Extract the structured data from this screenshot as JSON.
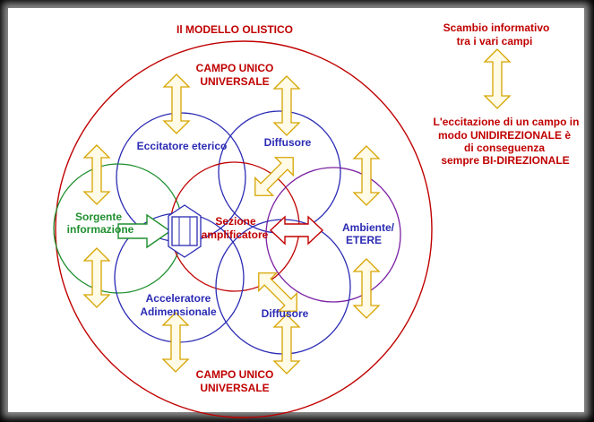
{
  "title": "Il MODELLO OLISTICO",
  "outer_field": {
    "line1": "CAMPO UNICO",
    "line2": "UNIVERSALE"
  },
  "nodes": {
    "eccitatore": "Eccitatore eterico",
    "diffusore_top": "Diffusore",
    "sorgente": {
      "line1": "Sorgente",
      "line2": "informazione"
    },
    "sezione": {
      "line1": "Sezione",
      "line2": "amplificatore"
    },
    "ambiente": {
      "line1": "Ambiente/",
      "line2": "ETERE"
    },
    "acceleratore": {
      "line1": "Acceleratore",
      "line2": "Adimensionale"
    },
    "diffusore_bottom": "Diffusore"
  },
  "legend": {
    "exchange": {
      "line1": "Scambio informativo",
      "line2": "tra i vari campi"
    },
    "note": {
      "line1": "L'eccitazione di un campo in",
      "line2": "modo UNIDIREZIONALE è",
      "line3": "di conseguenza",
      "line4": "sempre BI-DIREZIONALE"
    }
  },
  "colors": {
    "red": "#c00000",
    "blue": "#2b2bb4",
    "green": "#1f8f2f",
    "purple": "#7a1fa2",
    "arrow_fill": "#fffbe6",
    "arrow_stroke": "#d6a400",
    "background": "#ffffff",
    "frame": "#000000"
  }
}
